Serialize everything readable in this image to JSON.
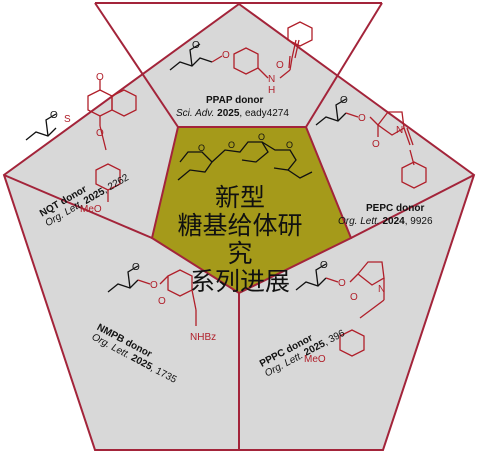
{
  "center": {
    "lines": [
      "新型",
      "糖基给体研究",
      "系列进展"
    ],
    "fill": "#a59a1a"
  },
  "panels": {
    "top": {
      "donor": "PPAP donor",
      "journal": "Sci. Adv.",
      "year": "2025",
      "pages": ", eady4274"
    },
    "right": {
      "donor": "PEPC donor",
      "journal": "Org. Lett.",
      "year": "2024",
      "pages": ", 9926"
    },
    "bottom_right": {
      "donor": "PPPC donor",
      "journal": "Org. Lett.",
      "year": "2025",
      "pages": ", 396"
    },
    "bottom_left": {
      "donor": "NMPB donor",
      "journal": "Org. Lett.",
      "year": "2025",
      "pages": ", 1735"
    },
    "left": {
      "donor": "NQT donor",
      "journal": "Org. Lett.",
      "year": "2025",
      "pages": ", 2262"
    }
  },
  "atoms": {
    "O": "O",
    "N": "N",
    "H": "H",
    "S": "S",
    "MeO": "MeO",
    "NHBz": "NHBz"
  },
  "colors": {
    "panel_fill": "#d8d8d8",
    "border": "#a3243a",
    "structure_red": "#b01f2a",
    "structure_black": "#111111"
  }
}
